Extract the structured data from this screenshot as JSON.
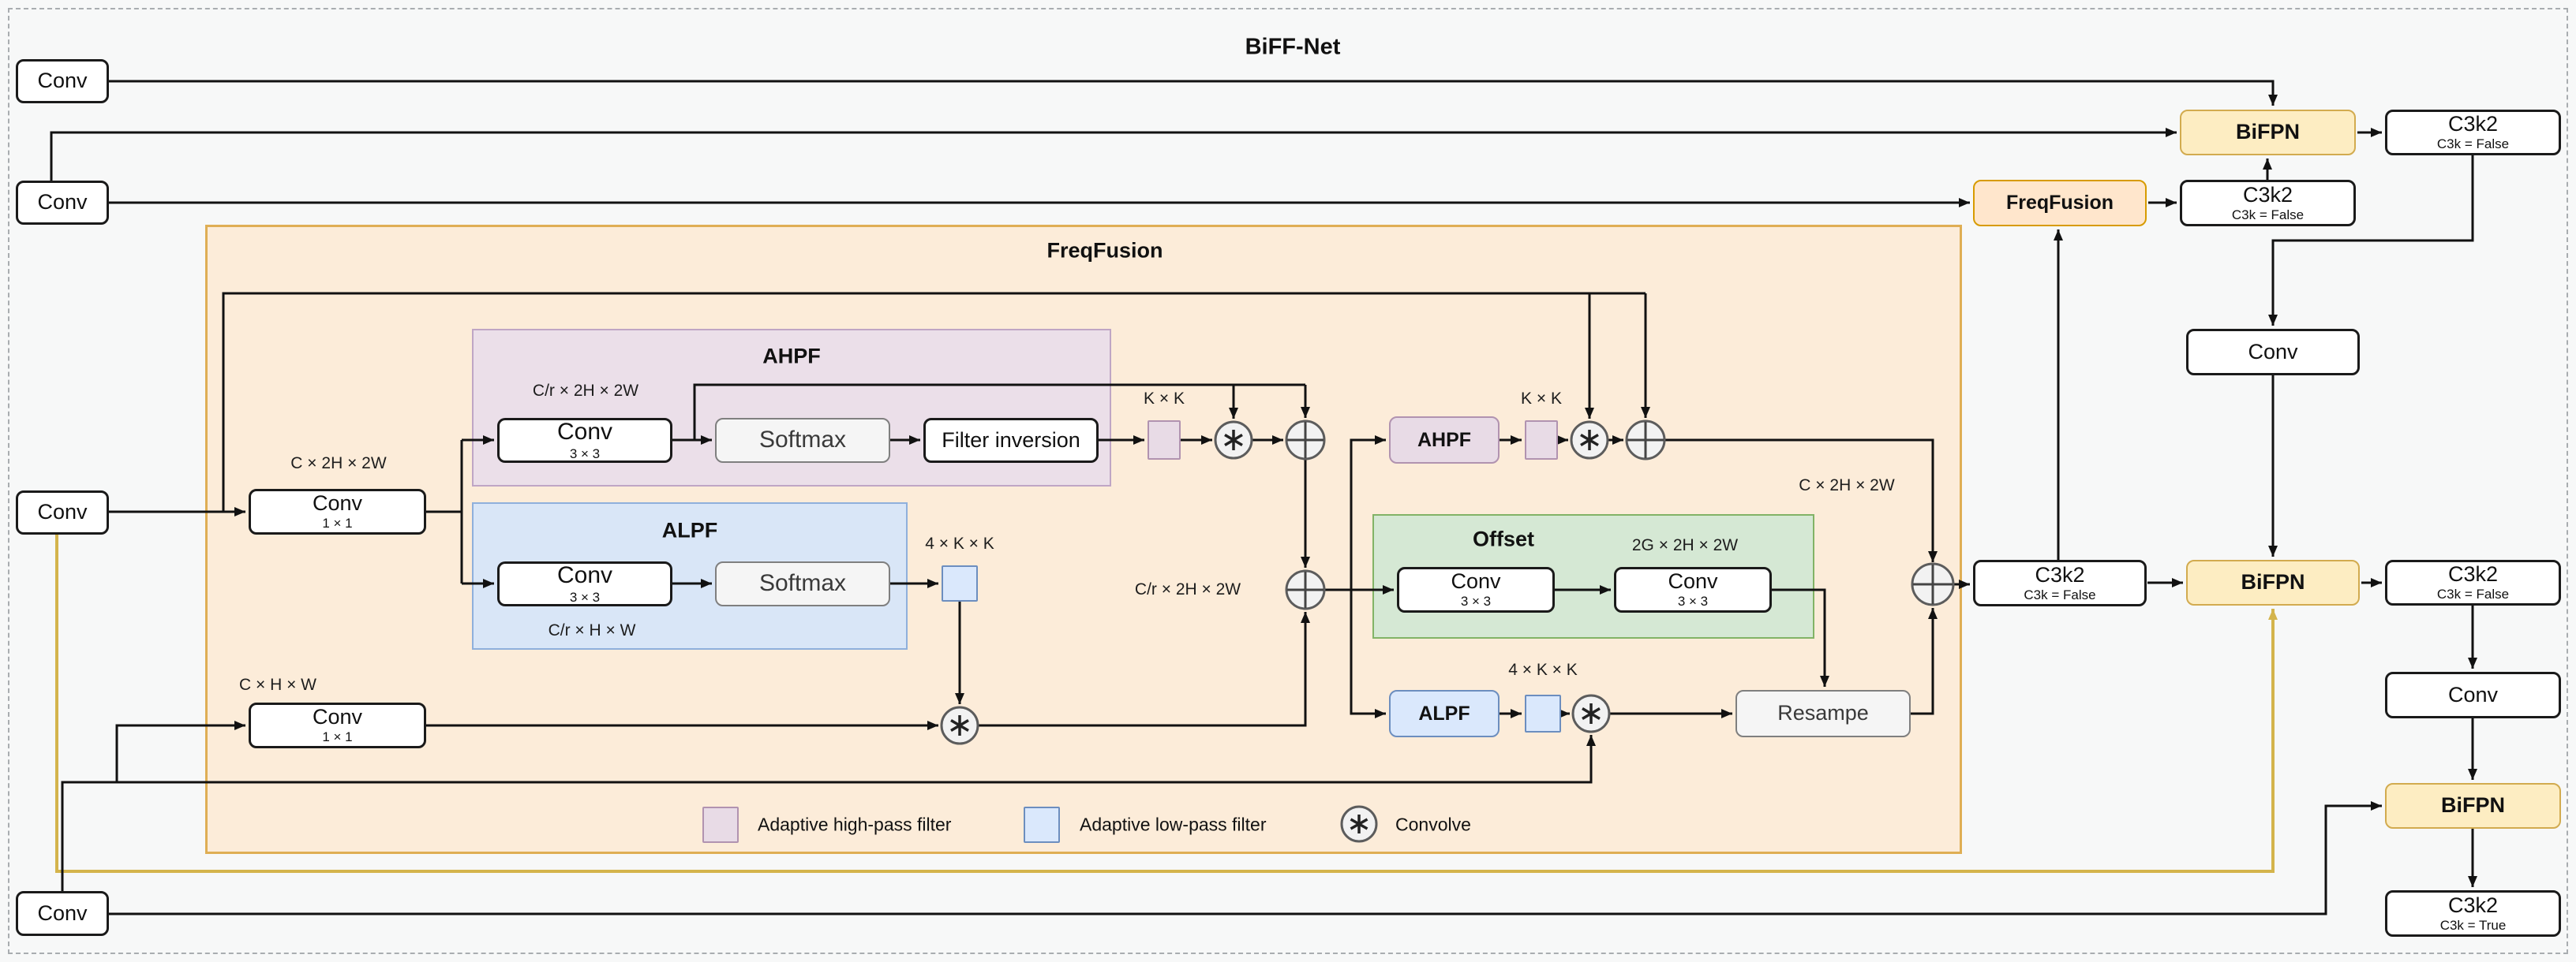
{
  "meta": {
    "title": "BiFF-Net"
  },
  "colors": {
    "canvas_bg": "#f7f8f8",
    "freqfusion_fill": "#fcecd9",
    "freqfusion_stroke": "#dfae54",
    "bifpn_fill": "#fdedc2",
    "bifpn_stroke": "#d2ab4f",
    "freqfusion_node_fill": "#ffe6cc",
    "freqfusion_node_stroke": "#d79b00",
    "highpass_fill": "#e8dbe6",
    "highpass_stroke": "#b193b0",
    "lowpass_fill": "#dae8fc",
    "lowpass_stroke": "#6c8ebf",
    "offset_fill": "#d5e8d4",
    "offset_stroke": "#82b366",
    "gray_fill": "#f5f5f5",
    "wire": "#111111",
    "skip_wire_gold": "#d4b44c"
  },
  "nodes": {
    "conv_a": {
      "label": "Conv"
    },
    "conv_b": {
      "label": "Conv"
    },
    "conv_c": {
      "label": "Conv"
    },
    "conv_d": {
      "label": "Conv"
    },
    "conv11_top": {
      "label": "Conv",
      "sublabel": "1 × 1"
    },
    "conv11_bottom": {
      "label": "Conv",
      "sublabel": "1 × 1"
    },
    "ahpf_region": {
      "title": "AHPF"
    },
    "conv33_ahpf": {
      "label": "Conv",
      "sublabel": "3 × 3"
    },
    "softmax_ahpf": {
      "label": "Softmax"
    },
    "filter_inversion": {
      "label": "Filter inversion"
    },
    "alpf_region": {
      "title": "ALPF"
    },
    "conv33_alpf": {
      "label": "Conv",
      "sublabel": "3 × 3"
    },
    "softmax_alpf": {
      "label": "Softmax"
    },
    "ahpf_small": {
      "label": "AHPF"
    },
    "alpf_small": {
      "label": "ALPF"
    },
    "offset_region": {
      "title": "Offset"
    },
    "conv33_offset_1": {
      "label": "Conv",
      "sublabel": "3 × 3"
    },
    "conv33_offset_2": {
      "label": "Conv",
      "sublabel": "3 × 3"
    },
    "resample": {
      "label": "Resampe"
    },
    "freqfusion_region": {
      "title": "FreqFusion"
    },
    "freqfusion_node": {
      "label": "FreqFusion"
    },
    "bifpn_top": {
      "label": "BiFPN"
    },
    "bifpn_mid": {
      "label": "BiFPN"
    },
    "bifpn_bottom": {
      "label": "BiFPN"
    },
    "c3k2_after_bifpn_top": {
      "label": "C3k2",
      "sublabel": "C3k = False"
    },
    "c3k2_into_bifpn_top": {
      "label": "C3k2",
      "sublabel": "C3k = False"
    },
    "c3k2_before_bifpn_mid": {
      "label": "C3k2",
      "sublabel": "C3k = False"
    },
    "c3k2_after_bifpn_mid": {
      "label": "C3k2",
      "sublabel": "C3k = False"
    },
    "c3k2_final": {
      "label": "C3k2",
      "sublabel": "C3k = True"
    },
    "conv_right_top": {
      "label": "Conv"
    },
    "conv_right_bottom": {
      "label": "Conv"
    }
  },
  "dims": {
    "input_top": "C × 2H × 2W",
    "ahpf_inner": "C/r × 2H × 2W",
    "alpf_inner": "C/r × H × W",
    "input_bottom": "C × H × W",
    "kernel_hp_1": "K × K",
    "kernel_lp_1": "4 × K × K",
    "fused_mid": "C/r × 2H × 2W",
    "kernel_hp_2": "K × K",
    "offset_out": "2G × 2H × 2W",
    "kernel_lp_2": "4 × K × K",
    "output_right": "C × 2H × 2W"
  },
  "legend": {
    "highpass": "Adaptive high-pass filter",
    "lowpass": "Adaptive low-pass filter",
    "convolve": "Convolve"
  }
}
